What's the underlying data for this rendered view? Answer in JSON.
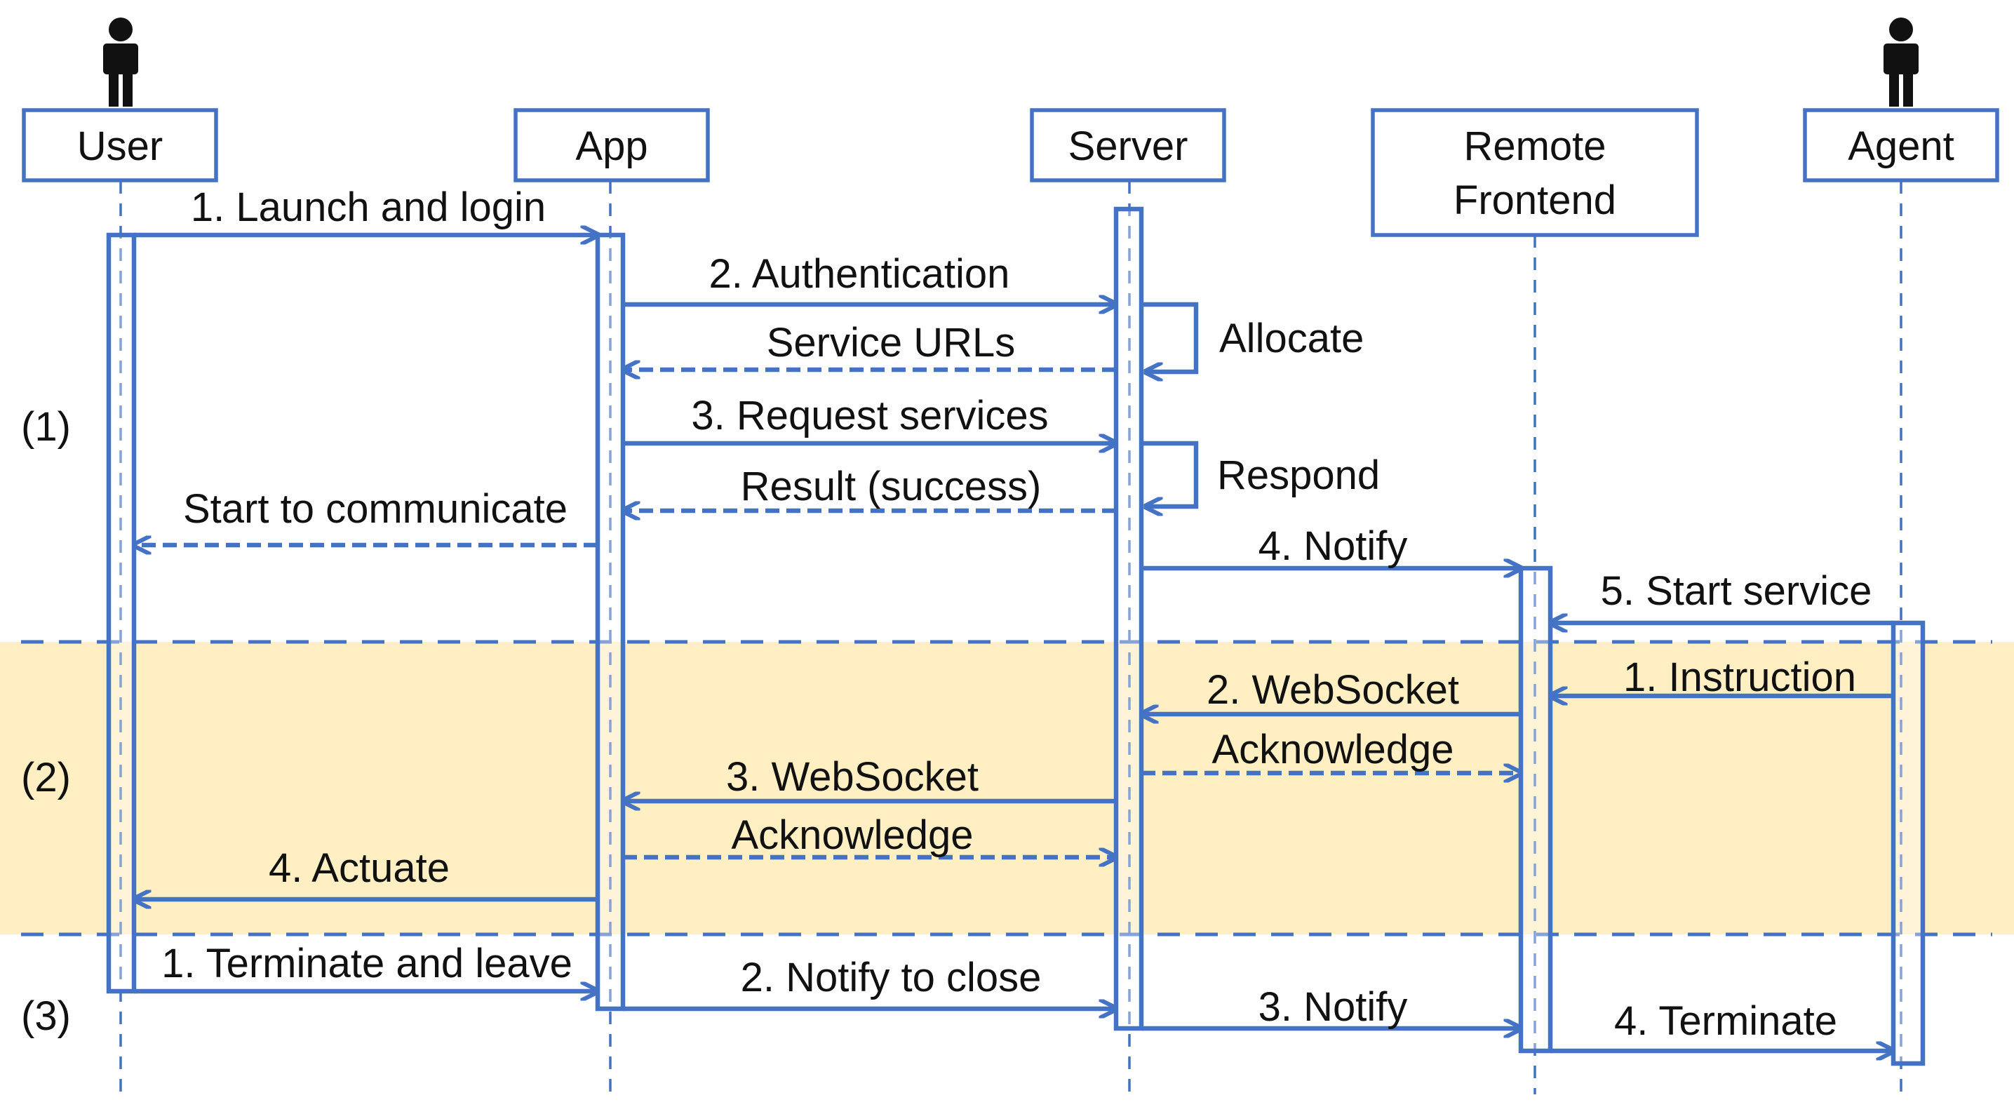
{
  "colors": {
    "line": "#4472C4",
    "highlight_band": "#FFEFC2",
    "text": "#111111"
  },
  "actors": [
    {
      "id": "user",
      "icon": "person-icon"
    },
    {
      "id": "agent",
      "icon": "person-icon"
    }
  ],
  "participants": [
    {
      "id": "user",
      "lines": [
        "User"
      ]
    },
    {
      "id": "app",
      "lines": [
        "App"
      ]
    },
    {
      "id": "server",
      "lines": [
        "Server"
      ]
    },
    {
      "id": "remote",
      "lines": [
        "Remote",
        "Frontend"
      ]
    },
    {
      "id": "agent",
      "lines": [
        "Agent"
      ]
    }
  ],
  "phases": [
    {
      "label": "(1)",
      "highlighted": false
    },
    {
      "label": "(2)",
      "highlighted": true
    },
    {
      "label": "(3)",
      "highlighted": false
    }
  ],
  "messages": [
    {
      "from": "user",
      "to": "app",
      "label": "1. Launch and login",
      "style": "solid",
      "phase": 1
    },
    {
      "from": "app",
      "to": "server",
      "label": "2. Authentication",
      "style": "solid",
      "phase": 1
    },
    {
      "from": "server",
      "to": "server",
      "label": "Allocate",
      "style": "self",
      "phase": 1
    },
    {
      "from": "server",
      "to": "app",
      "label": "Service URLs",
      "style": "dashed",
      "phase": 1
    },
    {
      "from": "app",
      "to": "server",
      "label": "3. Request services",
      "style": "solid",
      "phase": 1
    },
    {
      "from": "server",
      "to": "server",
      "label": "Respond",
      "style": "self",
      "phase": 1
    },
    {
      "from": "server",
      "to": "app",
      "label": "Result (success)",
      "style": "dashed",
      "phase": 1
    },
    {
      "from": "app",
      "to": "user",
      "label": "Start to communicate",
      "style": "dashed",
      "phase": 1
    },
    {
      "from": "server",
      "to": "remote",
      "label": "4. Notify",
      "style": "solid",
      "phase": 1
    },
    {
      "from": "agent",
      "to": "remote",
      "label": "5. Start service",
      "style": "solid",
      "phase": 1
    },
    {
      "from": "agent",
      "to": "remote",
      "label": "1. Instruction",
      "style": "solid",
      "phase": 2
    },
    {
      "from": "remote",
      "to": "server",
      "label": "2. WebSocket",
      "style": "solid",
      "phase": 2
    },
    {
      "from": "server",
      "to": "remote",
      "label": "Acknowledge",
      "style": "dashed",
      "phase": 2
    },
    {
      "from": "server",
      "to": "app",
      "label": "3. WebSocket",
      "style": "solid",
      "phase": 2
    },
    {
      "from": "app",
      "to": "server",
      "label": "Acknowledge",
      "style": "dashed",
      "phase": 2
    },
    {
      "from": "app",
      "to": "user",
      "label": "4. Actuate",
      "style": "solid",
      "phase": 2
    },
    {
      "from": "user",
      "to": "app",
      "label": "1. Terminate and leave",
      "style": "solid",
      "phase": 3
    },
    {
      "from": "app",
      "to": "server",
      "label": "2. Notify to close",
      "style": "solid",
      "phase": 3
    },
    {
      "from": "server",
      "to": "remote",
      "label": "3. Notify",
      "style": "solid",
      "phase": 3
    },
    {
      "from": "remote",
      "to": "agent",
      "label": "4. Terminate",
      "style": "solid",
      "phase": 3
    }
  ]
}
